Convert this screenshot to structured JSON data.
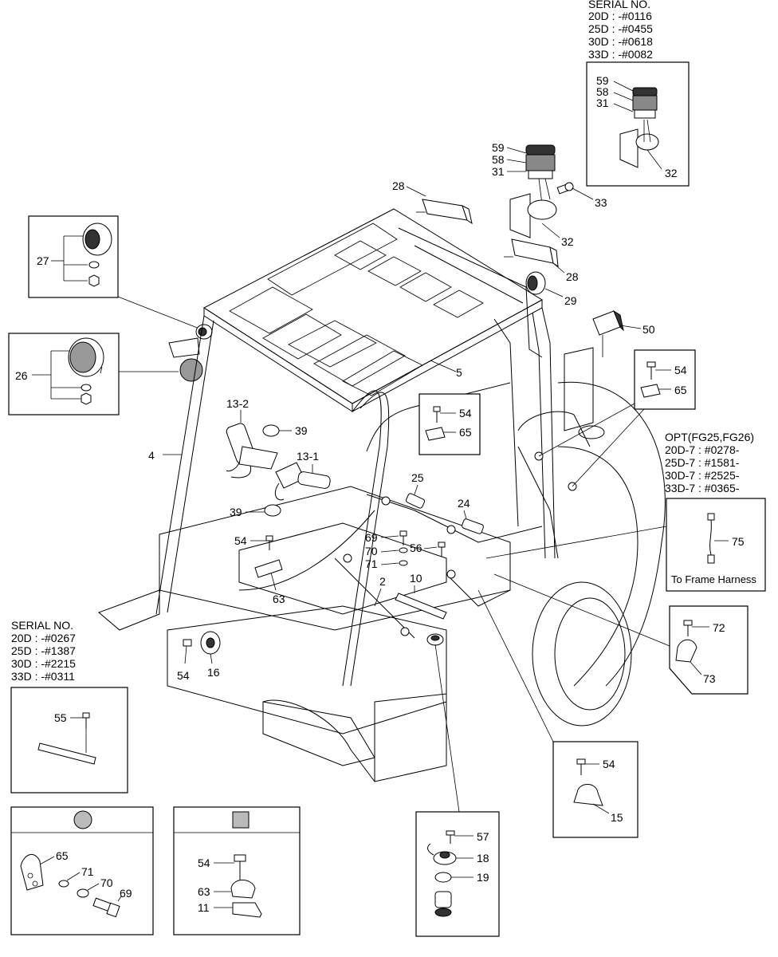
{
  "serial_top": {
    "title": "SERIAL NO.",
    "lines": [
      "20D : -#0116",
      "25D : -#0455",
      "30D : -#0618",
      "33D : -#0082"
    ]
  },
  "serial_left": {
    "title": "SERIAL NO.",
    "lines": [
      "20D : -#0267",
      "25D : -#1387",
      "30D : -#2215",
      "33D : -#0311"
    ]
  },
  "opt": {
    "title": "OPT(FG25,FG26)",
    "lines": [
      "20D-7 : #0278-",
      "25D-7 : #1581-",
      "30D-7 : #2525-",
      "33D-7 : #0365-"
    ],
    "note": "To Frame Harness"
  },
  "callouts": {
    "p59": "59",
    "p58": "58",
    "p31": "31",
    "p32": "32",
    "p33": "33",
    "p28": "28",
    "p29": "29",
    "p27": "27",
    "p26": "26",
    "p50": "50",
    "p5": "5",
    "p4": "4",
    "p13_2": "13-2",
    "p13_1": "13-1",
    "p39": "39",
    "p54": "54",
    "p65": "65",
    "p25": "25",
    "p24": "24",
    "p69": "69",
    "p70": "70",
    "p71": "71",
    "p56": "56",
    "p63": "63",
    "p2": "2",
    "p10": "10",
    "p16": "16",
    "p75": "75",
    "p72": "72",
    "p73": "73",
    "p55": "55",
    "p15": "15",
    "p57": "57",
    "p18": "18",
    "p19": "19",
    "p11": "11"
  }
}
